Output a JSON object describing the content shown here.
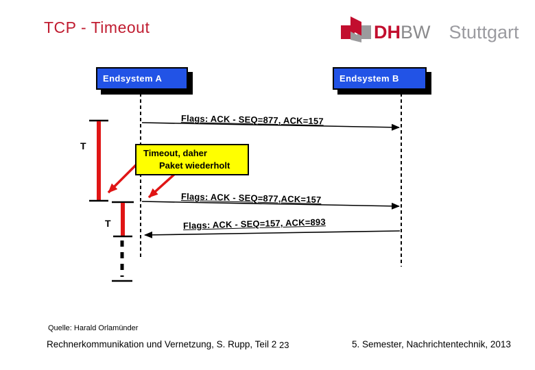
{
  "header": {
    "title": "TCP - Timeout",
    "title_color": "#c01c30"
  },
  "logo": {
    "dh": "DH",
    "bw": "BW",
    "city": "Stuttgart",
    "red": "#c20e2e",
    "gray": "#8a8a8c",
    "light_gray": "#9b9ba0"
  },
  "diagram": {
    "endsystem_a": "Endsystem A",
    "endsystem_b": "Endsystem B",
    "box_color": "#2253e6",
    "timer1_label": "T",
    "timer2_label": "T",
    "timer_red": "#e01515",
    "note": {
      "line1": "Timeout, daher",
      "line2": "Paket wiederholt",
      "bg_color": "#ffff00"
    },
    "messages": {
      "flag1": "Flags: ACK - SEQ=877, ACK=157",
      "flag2": "Flags: ACK - SEQ=877,ACK=157",
      "flag3": "Flags: ACK - SEQ=157, ACK=893"
    }
  },
  "footer": {
    "source": "Quelle: Harald Orlamünder",
    "course": "Rechnerkommunikation und Vernetzung, S. Rupp, Teil 2",
    "page": "23",
    "semester": "5. Semester, Nachrichtentechnik, 2013"
  }
}
